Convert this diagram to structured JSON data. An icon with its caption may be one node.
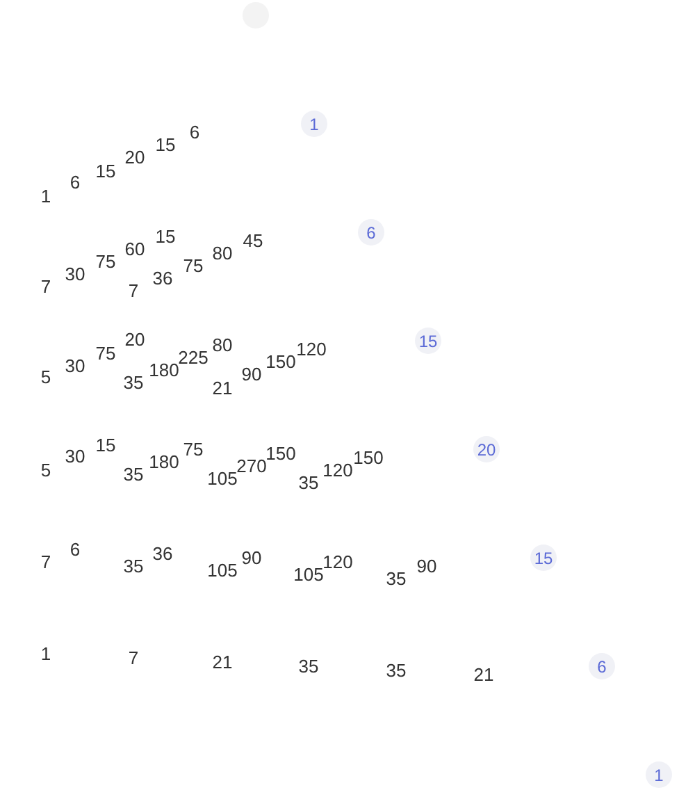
{
  "diagram": {
    "nodes": [
      {
        "text": [],
        "shape": "circle"
      },
      {
        "text": [
          "1"
        ]
      },
      {
        "text": [
          "6"
        ]
      },
      {
        "text": [
          "15"
        ]
      },
      {
        "text": [
          "20"
        ]
      },
      {
        "text": [
          "15"
        ]
      },
      {
        "text": [
          "6"
        ]
      },
      {
        "text": [
          "1"
        ]
      }
    ],
    "labels": [
      "1",
      "6",
      "15",
      "20",
      "15",
      "6",
      "7",
      "30",
      "75",
      "60",
      "15",
      "7",
      "36",
      "75",
      "80",
      "45",
      "5",
      "30",
      "75",
      "20",
      "35",
      "180",
      "225",
      "80",
      "21",
      "90",
      "150",
      "120",
      "5",
      "30",
      "15",
      "35",
      "180",
      "75",
      "105",
      "270",
      "150",
      "35",
      "120",
      "150",
      "7",
      "6",
      "35",
      "36",
      "105",
      "90",
      "105",
      "120",
      "35",
      "90",
      "1",
      "7",
      "21",
      "35",
      "35",
      "21"
    ]
  }
}
